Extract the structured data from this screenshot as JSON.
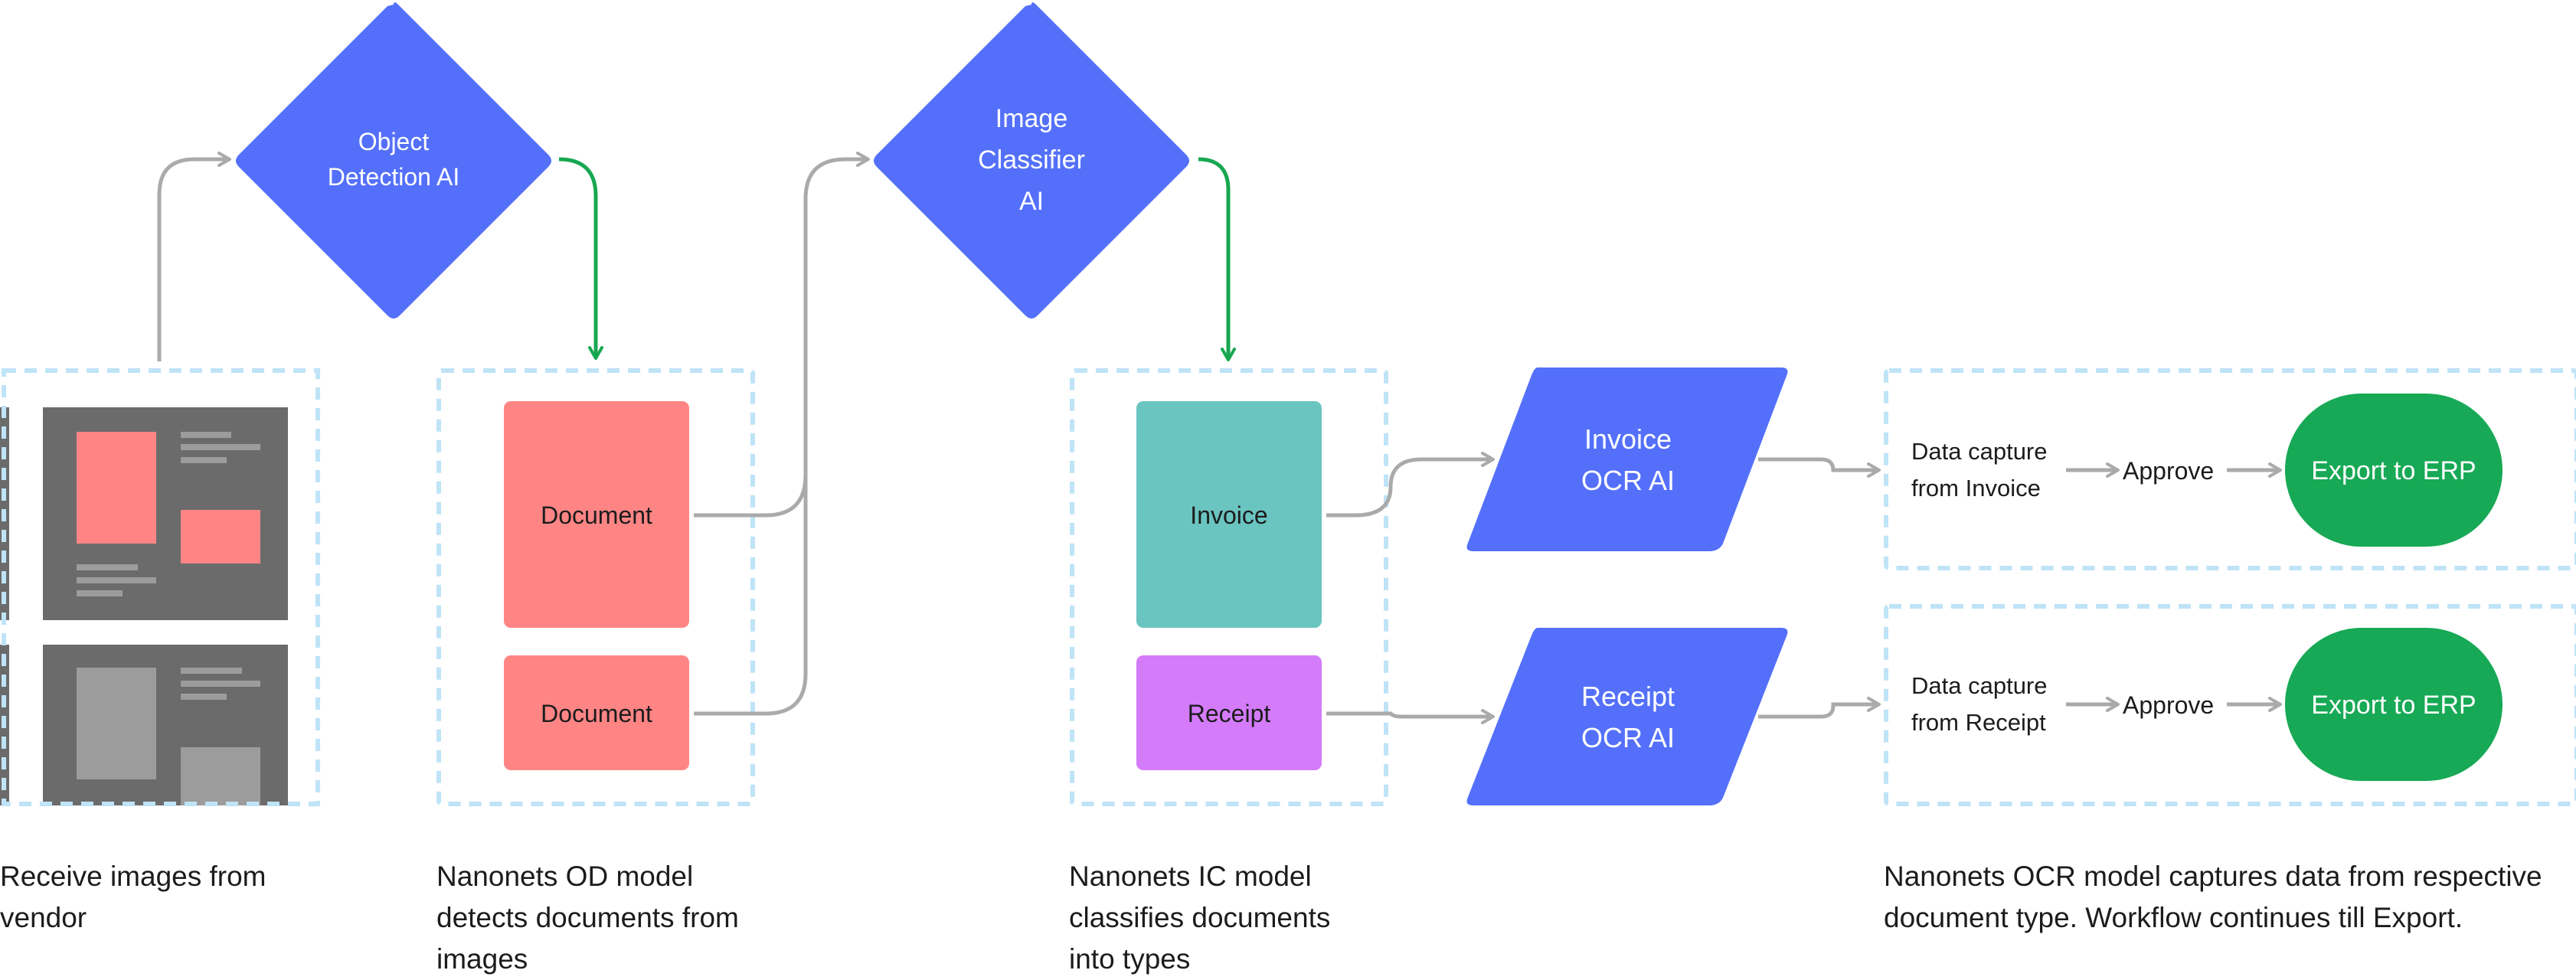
{
  "diamonds": {
    "object_detection": {
      "line1": "Object",
      "line2": "Detection AI"
    },
    "image_classifier": {
      "line1": "Image",
      "line2": "Classifier",
      "line3": "AI"
    }
  },
  "boxes": {
    "document_top": "Document",
    "document_bottom": "Document",
    "invoice": "Invoice",
    "receipt": "Receipt"
  },
  "ocr": {
    "invoice": {
      "line1": "Invoice",
      "line2": "OCR AI"
    },
    "receipt": {
      "line1": "Receipt",
      "line2": "OCR AI"
    }
  },
  "workflows": {
    "invoice": {
      "capture_line1": "Data capture",
      "capture_line2": "from Invoice",
      "approve": "Approve",
      "export": "Export to ERP"
    },
    "receipt": {
      "capture_line1": "Data capture",
      "capture_line2": "from Receipt",
      "approve": "Approve",
      "export": "Export to ERP"
    }
  },
  "captions": {
    "receive": "Receive images from\nvendor",
    "od": "Nanonets OD model\ndetects documents from\nimages",
    "ic": "Nanonets IC model\nclassifies documents\ninto types",
    "ocr": "Nanonets OCR model captures data from respective\ndocument type. Workflow continues till Export."
  },
  "colors": {
    "blue_node": "#5470FA",
    "document_box": "#FF8585",
    "invoice_box": "#6AC4C0",
    "receipt_box": "#D47BFA",
    "export_pill": "#17A955",
    "dashed_border": "#BFE3F7",
    "gray_arrow": "#AAAAAA",
    "green_arrow": "#18A751",
    "image_tile": "#6B6B6B"
  }
}
